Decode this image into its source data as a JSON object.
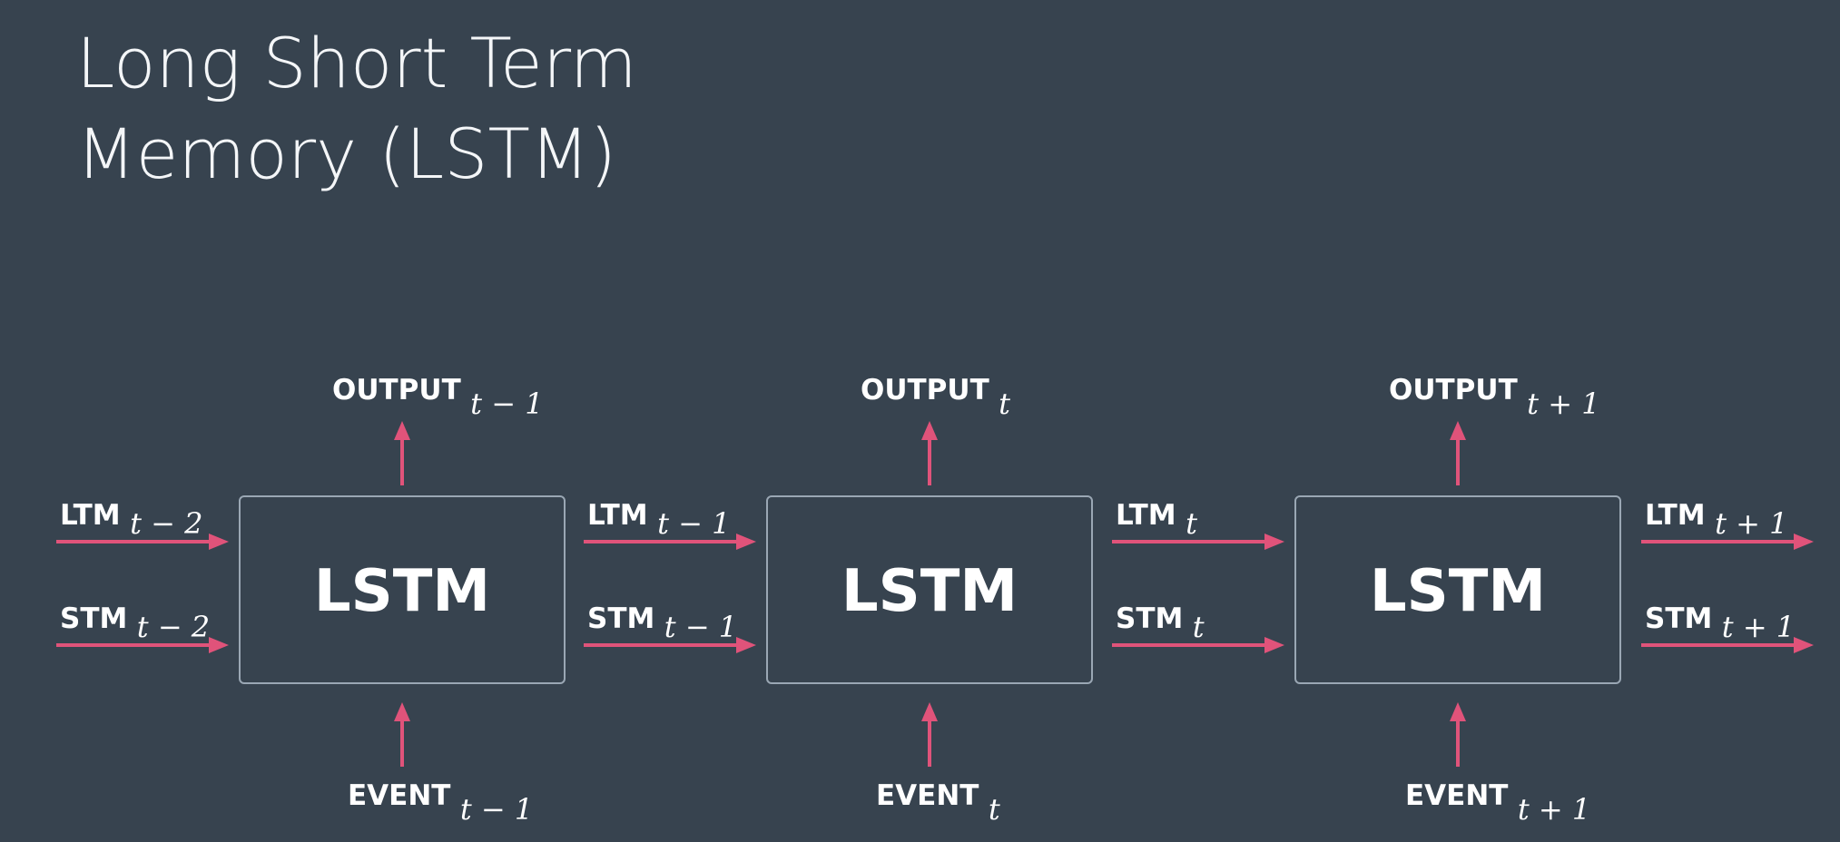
{
  "title": {
    "line1": "Long Short Term",
    "line2": "Memory (LSTM)"
  },
  "colors": {
    "background": "#37434f",
    "arrow": "#e0537a",
    "box_border": "#9aa7b4",
    "text": "#ffffff"
  },
  "cells": [
    {
      "label": "LSTM",
      "output": {
        "text": "OUTPUT",
        "sub": "t − 1"
      },
      "event": {
        "text": "EVENT",
        "sub": "t − 1"
      },
      "ltm_in": {
        "text": "LTM",
        "sub": "t − 2"
      },
      "stm_in": {
        "text": "STM",
        "sub": "t − 2"
      }
    },
    {
      "label": "LSTM",
      "output": {
        "text": "OUTPUT",
        "sub": "t"
      },
      "event": {
        "text": "EVENT",
        "sub": "t"
      },
      "ltm_in": {
        "text": "LTM",
        "sub": "t − 1"
      },
      "stm_in": {
        "text": "STM",
        "sub": "t − 1"
      }
    },
    {
      "label": "LSTM",
      "output": {
        "text": "OUTPUT",
        "sub": "t + 1"
      },
      "event": {
        "text": "EVENT",
        "sub": "t + 1"
      },
      "ltm_in": {
        "text": "LTM",
        "sub": "t"
      },
      "stm_in": {
        "text": "STM",
        "sub": "t"
      }
    }
  ],
  "final_outputs": {
    "ltm_out": {
      "text": "LTM",
      "sub": "t + 1"
    },
    "stm_out": {
      "text": "STM",
      "sub": "t + 1"
    }
  }
}
